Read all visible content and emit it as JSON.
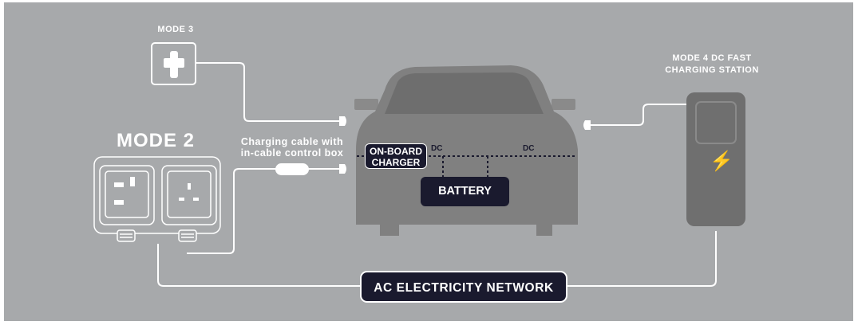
{
  "labels": {
    "mode3": "MODE 3",
    "mode2": "MODE 2",
    "cable": "Charging cable with\nin-cable control box",
    "mode4": "MODE 4 DC FAST\nCHARGING STATION",
    "onboard_charger": "ON-BOARD\nCHARGER",
    "battery": "BATTERY",
    "dc_left": "DC",
    "dc_right": "DC",
    "ac_network": "AC ELECTRICITY NETWORK"
  },
  "icons": {
    "mode3": "wall-socket-icon",
    "mode2": "double-wall-socket-icon",
    "mode4": "dc-charging-station-icon",
    "car": "car-front-icon",
    "bolt": "lightning-bolt-icon"
  },
  "colors": {
    "background": "#a7a9ab",
    "car": "#808080",
    "station": "#6f6f6f",
    "dark_box": "#1a1a2e",
    "wire": "#ffffff"
  }
}
